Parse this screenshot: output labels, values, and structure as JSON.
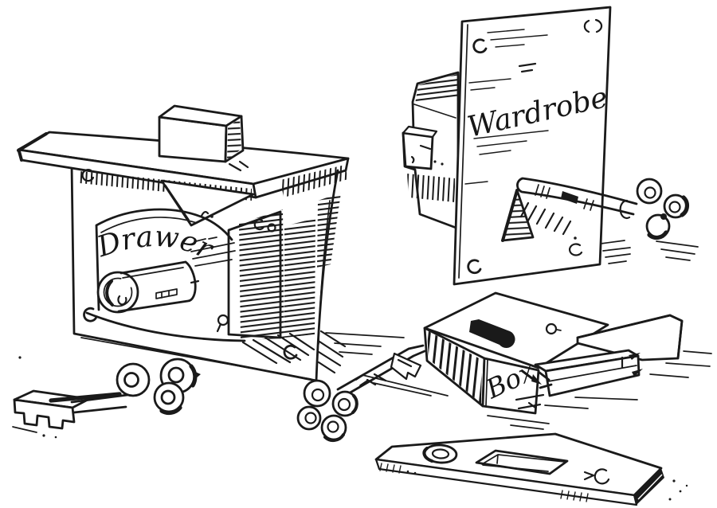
{
  "illustration": {
    "ink_color": "#1a1a1a",
    "paper_color": "#ffffff",
    "labels": {
      "drawer": "Drawer",
      "wardrobe": "Wardrobe",
      "box": "Box"
    }
  }
}
